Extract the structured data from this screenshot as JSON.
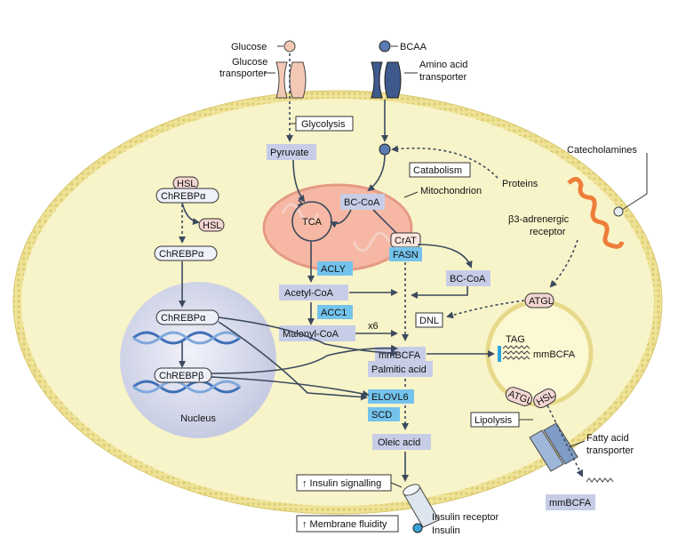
{
  "labels": {
    "glucose": "Glucose",
    "glucose_transporter_1": "Glucose",
    "glucose_transporter_2": "transporter",
    "bcaa": "BCAA",
    "amino_acid_transporter_1": "Amino acid",
    "amino_acid_transporter_2": "transporter",
    "glycolysis": "Glycolysis",
    "pyruvate": "Pyruvate",
    "catabolism": "Catabolism",
    "proteins": "Proteins",
    "catecholamines": "Catecholamines",
    "mitochondrion": "Mitochondrion",
    "bc_coa": "BC-CoA",
    "bc_coa_2": "BC-CoA",
    "tca": "TCA",
    "crat": "CrAT",
    "fasn": "FASN",
    "acly": "ACLY",
    "acetyl_coa": "Acetyl-CoA",
    "acc1": "ACC1",
    "malonyl_coa": "Malonyl-CoA",
    "x6": "x6",
    "mmbcfa": "mmBCFA",
    "palmitic_acid": "Palmitic acid",
    "elovl6": "ELOVL6",
    "scd": "SCD",
    "oleic_acid": "Oleic acid",
    "insulin_signalling": "↑ Insulin signalling",
    "membrane_fluidity": "↑ Membrane fluidity",
    "insulin_receptor": "Insulin receptor",
    "insulin": "Insulin",
    "b3_receptor_1": "β3-adrenergic",
    "b3_receptor_2": "receptor",
    "atgl": "ATGL",
    "atgl_2": "ATGL",
    "dnl": "DNL",
    "tag": "TAG",
    "mmbcfa_droplet": "mmBCFA",
    "hsl_droplet": "HSL",
    "lipolysis": "Lipolysis",
    "fatty_acid_transporter_1": "Fatty acid",
    "fatty_acid_transporter_2": "transporter",
    "mmbcfa_out": "mmBCFA",
    "hsl_top": "HSL",
    "chrebpa_top": "ChREBPα",
    "hsl_mid": "HSL",
    "chrebpa_mid": "ChREBPα",
    "chrebpa_nuc": "ChREBPα",
    "chrebpb_nuc": "ChREBPβ",
    "nucleus": "Nucleus"
  },
  "colors": {
    "cell_fill": "#f7f3c7",
    "membrane": "#e6d98a",
    "mito_fill": "#f6b8a4",
    "metabolite_box": "#c7cde6",
    "enzyme_box": "#74c3ec",
    "pink_box": "#f3d6d2",
    "arrow": "#3b4a5e",
    "bcaa_blue": "#3e5a8c",
    "glucose_pink": "#f4c9b4",
    "receptor_orange": "#ee7d3a",
    "droplet": "#fcf8d4"
  }
}
